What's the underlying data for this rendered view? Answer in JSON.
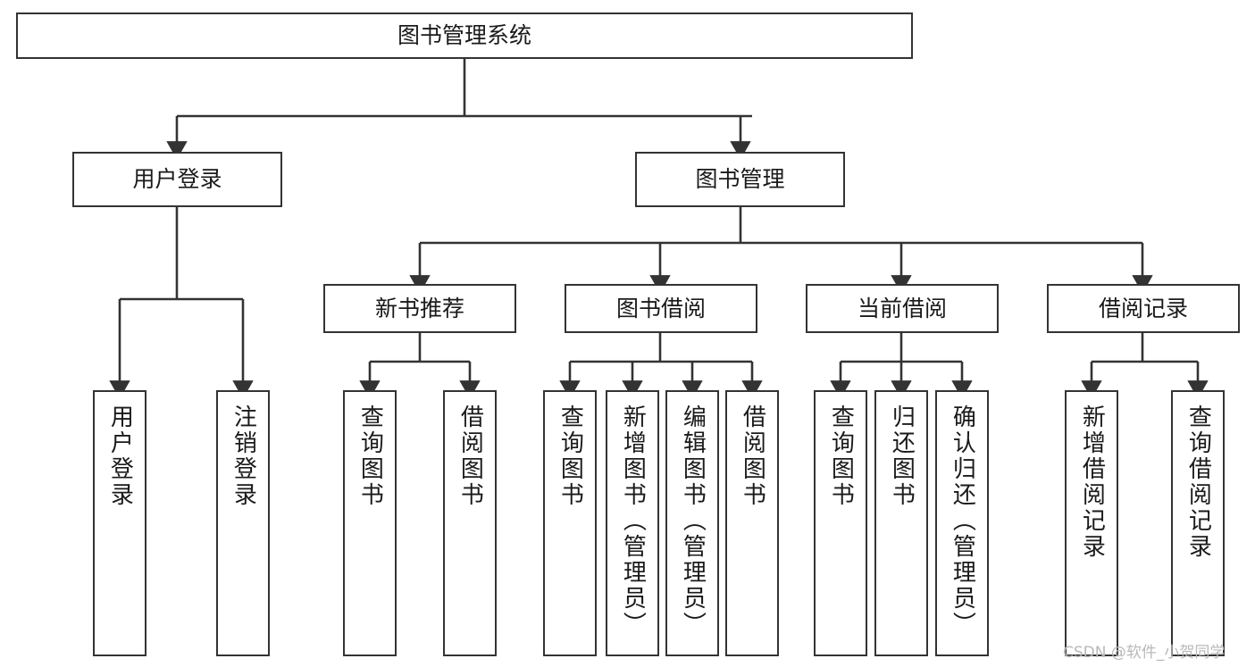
{
  "diagram": {
    "title": "图书管理系统",
    "type": "tree-hierarchy",
    "orientation": "top-down",
    "watermark": "CSDN @软件_小贺同学",
    "colors": {
      "box_border": "#333333",
      "box_fill": "#ffffff",
      "edge": "#333333",
      "text": "#1a1a1a",
      "watermark": "#b9b9b9",
      "background": "#ffffff"
    },
    "nodes": {
      "root": {
        "label": "图书管理系统",
        "level": 0,
        "text_orientation": "horizontal"
      },
      "l1": [
        {
          "id": "user_login",
          "label": "用户登录",
          "level": 1,
          "text_orientation": "horizontal"
        },
        {
          "id": "book_mgmt",
          "label": "图书管理",
          "level": 1,
          "text_orientation": "horizontal"
        }
      ],
      "l2": [
        {
          "id": "new_book_rec",
          "label": "新书推荐",
          "level": 2,
          "parent": "book_mgmt",
          "text_orientation": "horizontal"
        },
        {
          "id": "book_borrow",
          "label": "图书借阅",
          "level": 2,
          "parent": "book_mgmt",
          "text_orientation": "horizontal"
        },
        {
          "id": "current_borrow",
          "label": "当前借阅",
          "level": 2,
          "parent": "book_mgmt",
          "text_orientation": "horizontal"
        },
        {
          "id": "borrow_record",
          "label": "借阅记录",
          "level": 2,
          "parent": "book_mgmt",
          "text_orientation": "horizontal"
        }
      ],
      "leaves": [
        {
          "id": "leaf_user_login",
          "label": "用户登录",
          "parent": "user_login",
          "text_orientation": "vertical"
        },
        {
          "id": "leaf_user_logout",
          "label": "注销登录",
          "parent": "user_login",
          "text_orientation": "vertical"
        },
        {
          "id": "leaf_query_book_1",
          "label": "查询图书",
          "parent": "new_book_rec",
          "text_orientation": "vertical"
        },
        {
          "id": "leaf_borrow_book_1",
          "label": "借阅图书",
          "parent": "new_book_rec",
          "text_orientation": "vertical"
        },
        {
          "id": "leaf_query_book_2",
          "label": "查询图书",
          "parent": "book_borrow",
          "text_orientation": "vertical"
        },
        {
          "id": "leaf_add_book",
          "label": "新增图书（管理员）",
          "parent": "book_borrow",
          "text_orientation": "vertical"
        },
        {
          "id": "leaf_edit_book",
          "label": "编辑图书（管理员）",
          "parent": "book_borrow",
          "text_orientation": "vertical"
        },
        {
          "id": "leaf_borrow_book_2",
          "label": "借阅图书",
          "parent": "book_borrow",
          "text_orientation": "vertical"
        },
        {
          "id": "leaf_query_book_3",
          "label": "查询图书",
          "parent": "current_borrow",
          "text_orientation": "vertical"
        },
        {
          "id": "leaf_return_book",
          "label": "归还图书",
          "parent": "current_borrow",
          "text_orientation": "vertical"
        },
        {
          "id": "leaf_confirm_return",
          "label": "确认归还（管理员）",
          "parent": "current_borrow",
          "text_orientation": "vertical"
        },
        {
          "id": "leaf_add_record",
          "label": "新增借阅记录",
          "parent": "borrow_record",
          "text_orientation": "vertical"
        },
        {
          "id": "leaf_query_record",
          "label": "查询借阅记录",
          "parent": "borrow_record",
          "text_orientation": "vertical"
        }
      ]
    }
  }
}
